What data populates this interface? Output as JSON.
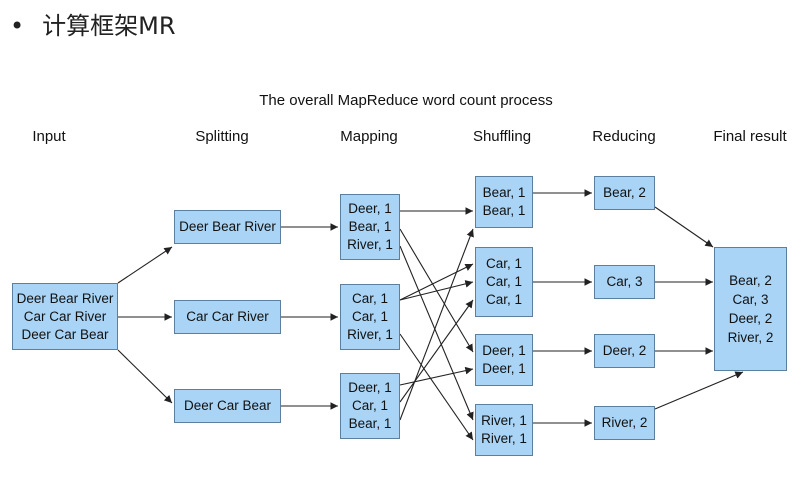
{
  "slide": {
    "bullet": "•",
    "heading": "计算框架MR"
  },
  "diagram": {
    "title": "The overall MapReduce word count process",
    "stages": [
      "Input",
      "Splitting",
      "Mapping",
      "Shuffling",
      "Reducing",
      "Final result"
    ],
    "input": [
      "Deer Bear River",
      "Car Car River",
      "Deer Car Bear"
    ],
    "splitting": [
      "Deer Bear River",
      "Car Car River",
      "Deer Car Bear"
    ],
    "mapping": [
      [
        "Deer, 1",
        "Bear, 1",
        "River, 1"
      ],
      [
        "Car, 1",
        "Car, 1",
        "River, 1"
      ],
      [
        "Deer, 1",
        "Car, 1",
        "Bear, 1"
      ]
    ],
    "shuffling": [
      [
        "Bear, 1",
        "Bear, 1"
      ],
      [
        "Car, 1",
        "Car, 1",
        "Car, 1"
      ],
      [
        "Deer, 1",
        "Deer, 1"
      ],
      [
        "River, 1",
        "River, 1"
      ]
    ],
    "reducing": [
      "Bear, 2",
      "Car, 3",
      "Deer, 2",
      "River, 2"
    ],
    "final": [
      "Bear, 2",
      "Car, 3",
      "Deer, 2",
      "River, 2"
    ]
  },
  "colors": {
    "box_fill": "#a9d4f5",
    "box_border": "#5b7f9c",
    "arrow": "#222222"
  }
}
